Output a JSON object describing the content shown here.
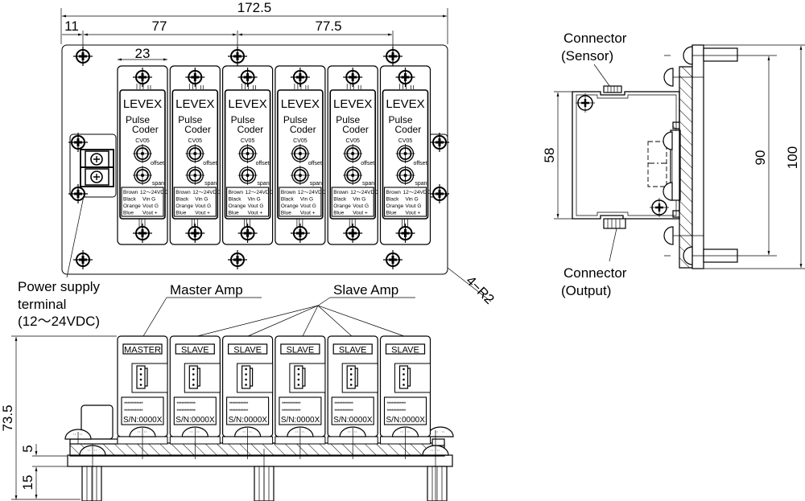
{
  "title": "LEVEX Pulse Coder CV05 multi-amp mounting dimensions",
  "top_view": {
    "dimensions": {
      "overall_width": "172.5",
      "left_offset": "11",
      "pitch_left": "77",
      "pitch_right": "77.5",
      "module_width": "23",
      "corner_radius": "4−R2"
    },
    "modules": [
      {
        "brand": "LEVEX",
        "line1": "Pulse",
        "line2": "Coder",
        "model": "CV05",
        "pot1": "offset",
        "pot2": "span"
      },
      {
        "brand": "LEVEX",
        "line1": "Pulse",
        "line2": "Coder",
        "model": "CV05",
        "pot1": "offset",
        "pot2": "span"
      },
      {
        "brand": "LEVEX",
        "line1": "Pulse",
        "line2": "Coder",
        "model": "CV05",
        "pot1": "offset",
        "pot2": "span"
      },
      {
        "brand": "LEVEX",
        "line1": "Pulse",
        "line2": "Coder",
        "model": "CV05",
        "pot1": "offset",
        "pot2": "span"
      },
      {
        "brand": "LEVEX",
        "line1": "Pulse",
        "line2": "Coder",
        "model": "CV05",
        "pot1": "offset",
        "pot2": "span"
      },
      {
        "brand": "LEVEX",
        "line1": "Pulse",
        "line2": "Coder",
        "model": "CV05",
        "pot1": "offset",
        "pot2": "span"
      }
    ],
    "wiring_table": [
      [
        "Brown",
        "12〜24VDC"
      ],
      [
        "Black",
        "Vin  G"
      ],
      [
        "Orange",
        "Vout  G"
      ],
      [
        "Blue",
        "Vout  +"
      ]
    ]
  },
  "labels": {
    "power_supply": [
      "Power supply",
      "terminal",
      "(12〜24VDC)"
    ],
    "master_amp": "Master Amp",
    "slave_amp": "Slave Amp",
    "connector_sensor": [
      "Connector",
      "(Sensor)"
    ],
    "connector_output": [
      "Connector",
      "(Output)"
    ]
  },
  "front_view": {
    "modules": [
      {
        "tag": "MASTER",
        "serial": "S/N:0000X",
        "code1": "************",
        "code2": "************"
      },
      {
        "tag": "SLAVE",
        "serial": "S/N:0000X",
        "code1": "************",
        "code2": "************"
      },
      {
        "tag": "SLAVE",
        "serial": "S/N:0000X",
        "code1": "************",
        "code2": "************"
      },
      {
        "tag": "SLAVE",
        "serial": "S/N:0000X",
        "code1": "************",
        "code2": "************"
      },
      {
        "tag": "SLAVE",
        "serial": "S/N:0000X",
        "code1": "************",
        "code2": "************"
      },
      {
        "tag": "SLAVE",
        "serial": "S/N:0000X",
        "code1": "************",
        "code2": "************"
      }
    ],
    "dimensions": {
      "overall_height": "73.5",
      "plate_thickness": "5",
      "standoff_height": "15"
    }
  },
  "side_view": {
    "dimensions": {
      "module_height": "58",
      "hole_pitch": "90",
      "overall_height": "100"
    }
  }
}
